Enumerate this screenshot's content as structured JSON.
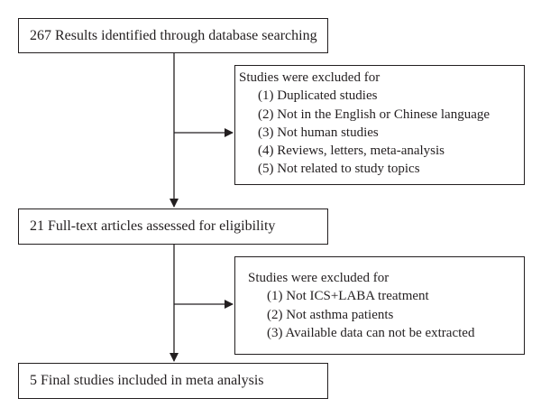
{
  "flow": {
    "boxes": [
      {
        "text": "267 Results identified through database searching"
      },
      {
        "text": "21 Full-text articles assessed for eligibility"
      },
      {
        "text": "5 Final studies included in meta analysis"
      }
    ],
    "exclusions": [
      {
        "heading": "Studies were excluded for",
        "items": [
          "(1) Duplicated  studies",
          "(2) Not in the English or Chinese language",
          "(3) Not human studies",
          "(4) Reviews, letters, meta-analysis",
          "(5) Not related to study topics"
        ]
      },
      {
        "heading": "Studies were excluded for",
        "items": [
          "(1) Not ICS+LABA treatment",
          "(2) Not asthma patients",
          "(3) Available data can not be extracted"
        ]
      }
    ]
  }
}
